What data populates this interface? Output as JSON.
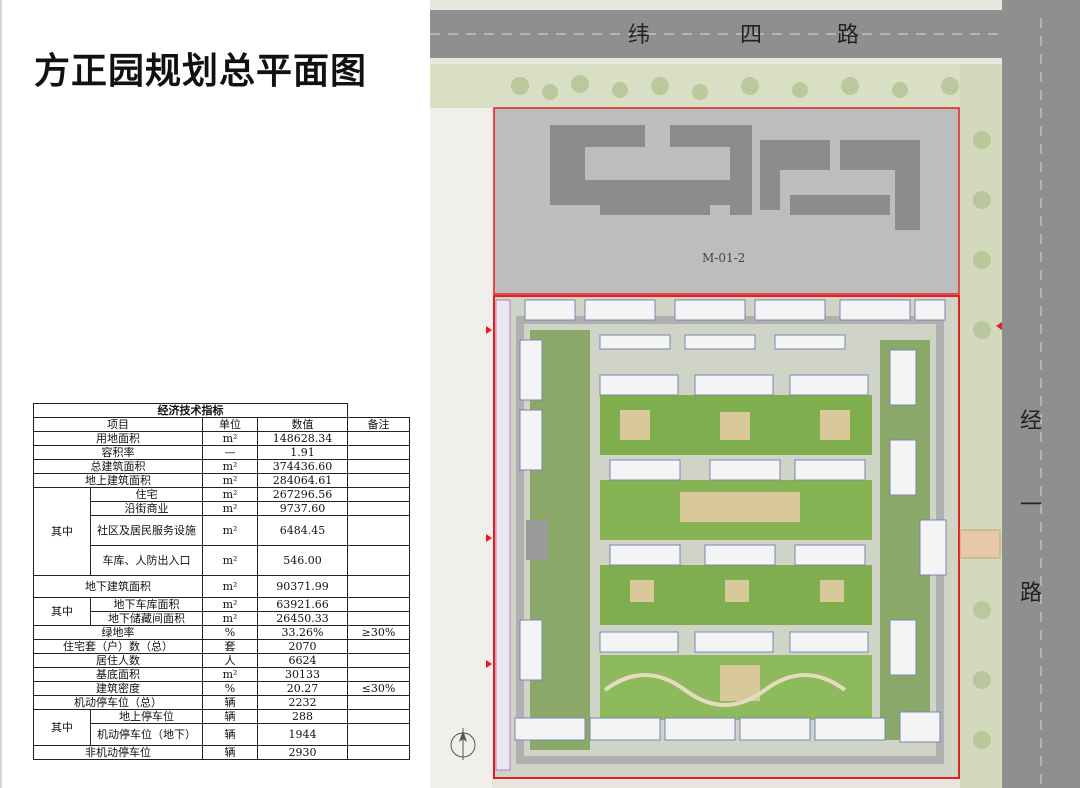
{
  "title": "方正园规划总平面图",
  "table": {
    "caption": "经济技术指标",
    "headers": [
      "项目",
      "单位",
      "数值",
      "备注"
    ],
    "rows": [
      {
        "label": "用地面积",
        "unit": "m²",
        "value": "148628.34",
        "note": ""
      },
      {
        "label": "容积率",
        "unit": "—",
        "value": "1.91",
        "note": ""
      },
      {
        "label": "总建筑面积",
        "unit": "m²",
        "value": "374436.60",
        "note": ""
      },
      {
        "label": "地上建筑面积",
        "unit": "m²",
        "value": "284064.61",
        "note": ""
      },
      {
        "group": "其中",
        "label": "住宅",
        "unit": "m²",
        "value": "267296.56",
        "note": ""
      },
      {
        "label": "沿街商业",
        "unit": "m²",
        "value": "9737.60",
        "note": ""
      },
      {
        "label": "社区及居民服务设施",
        "unit": "m²",
        "value": "6484.45",
        "note": ""
      },
      {
        "label": "车库、人防出入口",
        "unit": "m²",
        "value": "546.00",
        "note": ""
      },
      {
        "label": "地下建筑面积",
        "unit": "m²",
        "value": "90371.99",
        "note": ""
      },
      {
        "group": "其中",
        "label": "地下车库面积",
        "unit": "m²",
        "value": "63921.66",
        "note": ""
      },
      {
        "label": "地下储藏间面积",
        "unit": "m²",
        "value": "26450.33",
        "note": ""
      },
      {
        "label": "绿地率",
        "unit": "%",
        "value": "33.26%",
        "note": "≥30%"
      },
      {
        "label": "住宅套（户）数（总）",
        "unit": "套",
        "value": "2070",
        "note": ""
      },
      {
        "label": "居住人数",
        "unit": "人",
        "value": "6624",
        "note": ""
      },
      {
        "label": "基底面积",
        "unit": "m²",
        "value": "30133",
        "note": ""
      },
      {
        "label": "建筑密度",
        "unit": "%",
        "value": "20.27",
        "note": "≤30%"
      },
      {
        "label": "机动停车位（总）",
        "unit": "辆",
        "value": "2232",
        "note": ""
      },
      {
        "group": "其中",
        "label": "地上停车位",
        "unit": "辆",
        "value": "288",
        "note": ""
      },
      {
        "label": "机动停车位（地下）",
        "unit": "辆",
        "value": "1944",
        "note": ""
      },
      {
        "label": "非机动停车位",
        "unit": "辆",
        "value": "2930",
        "note": ""
      }
    ]
  },
  "plan": {
    "road_top": [
      "纬",
      "四",
      "路"
    ],
    "road_right": [
      "经",
      "一",
      "路"
    ],
    "parcel_label": "M-01-2",
    "colors": {
      "road": "#8f8f8f",
      "site_border": "#e02020",
      "green": "#7fae4f",
      "parcel": "#bdbdbd"
    }
  }
}
